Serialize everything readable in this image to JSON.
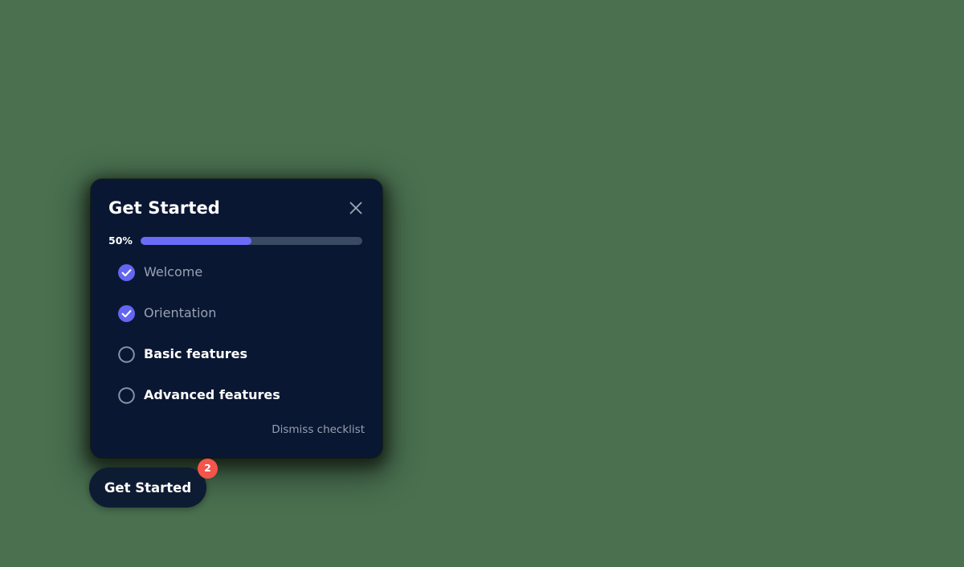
{
  "page": {
    "background_color": "#4a7050"
  },
  "checklist": {
    "title": "Get Started",
    "close_icon": "close-icon",
    "progress": {
      "label": "50%",
      "percent": 50,
      "fill_color": "#6b6bfa",
      "track_color": "#3a4a63"
    },
    "items": [
      {
        "label": "Welcome",
        "state": "done",
        "icon": "check-circle-filled-icon"
      },
      {
        "label": "Orientation",
        "state": "done",
        "icon": "check-circle-filled-icon"
      },
      {
        "label": "Basic features",
        "state": "todo",
        "icon": "circle-outline-icon"
      },
      {
        "label": "Advanced features",
        "state": "todo",
        "icon": "circle-outline-icon"
      }
    ],
    "dismiss_label": "Dismiss checklist",
    "card_color": "#0a1733"
  },
  "launcher": {
    "label": "Get Started",
    "badge_count": "2",
    "badge_color": "#f4554b",
    "button_color": "#0e1c33"
  }
}
